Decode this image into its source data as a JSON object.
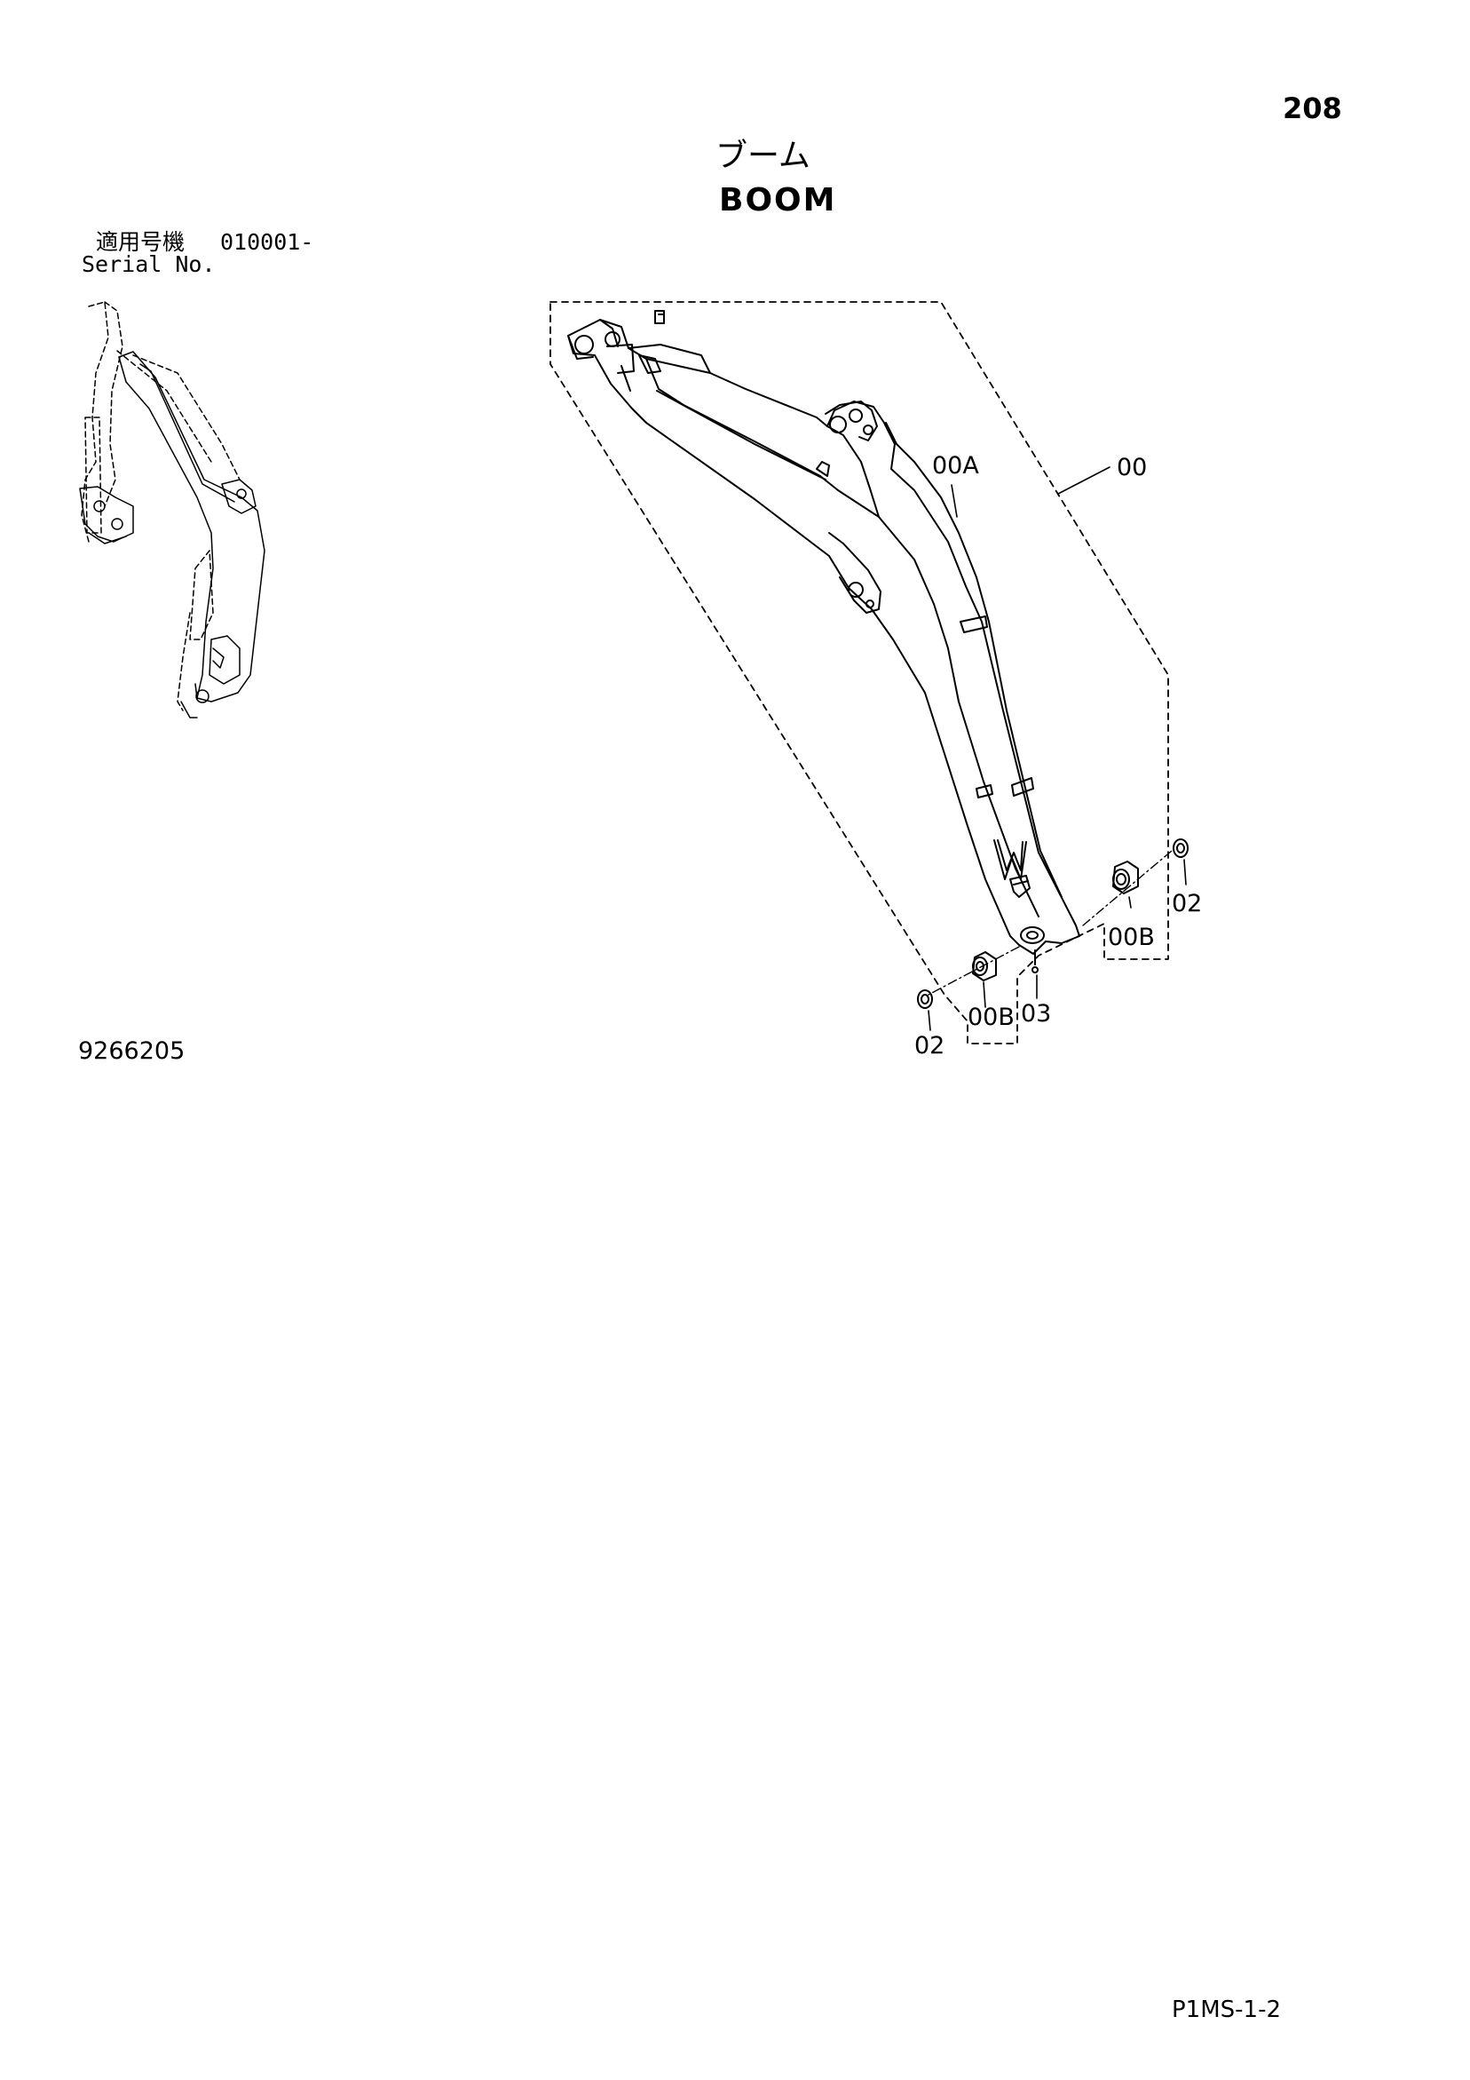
{
  "page": {
    "number": "208",
    "title_jp": "ブーム",
    "title_en": "BOOM",
    "serial_label_jp": "適用号機",
    "serial_range": "010001-",
    "serial_label_en": "Serial No.",
    "drawing_number": "9266205",
    "footer_code": "P1MS-1-2"
  },
  "callouts": {
    "assembly": "00",
    "boom": "00A",
    "bushing_right": "00B",
    "bushing_left": "00B",
    "seal_right": "02",
    "seal_left": "02",
    "grease_fitting": "03"
  },
  "colors": {
    "ink": "#000000",
    "paper": "#ffffff"
  }
}
